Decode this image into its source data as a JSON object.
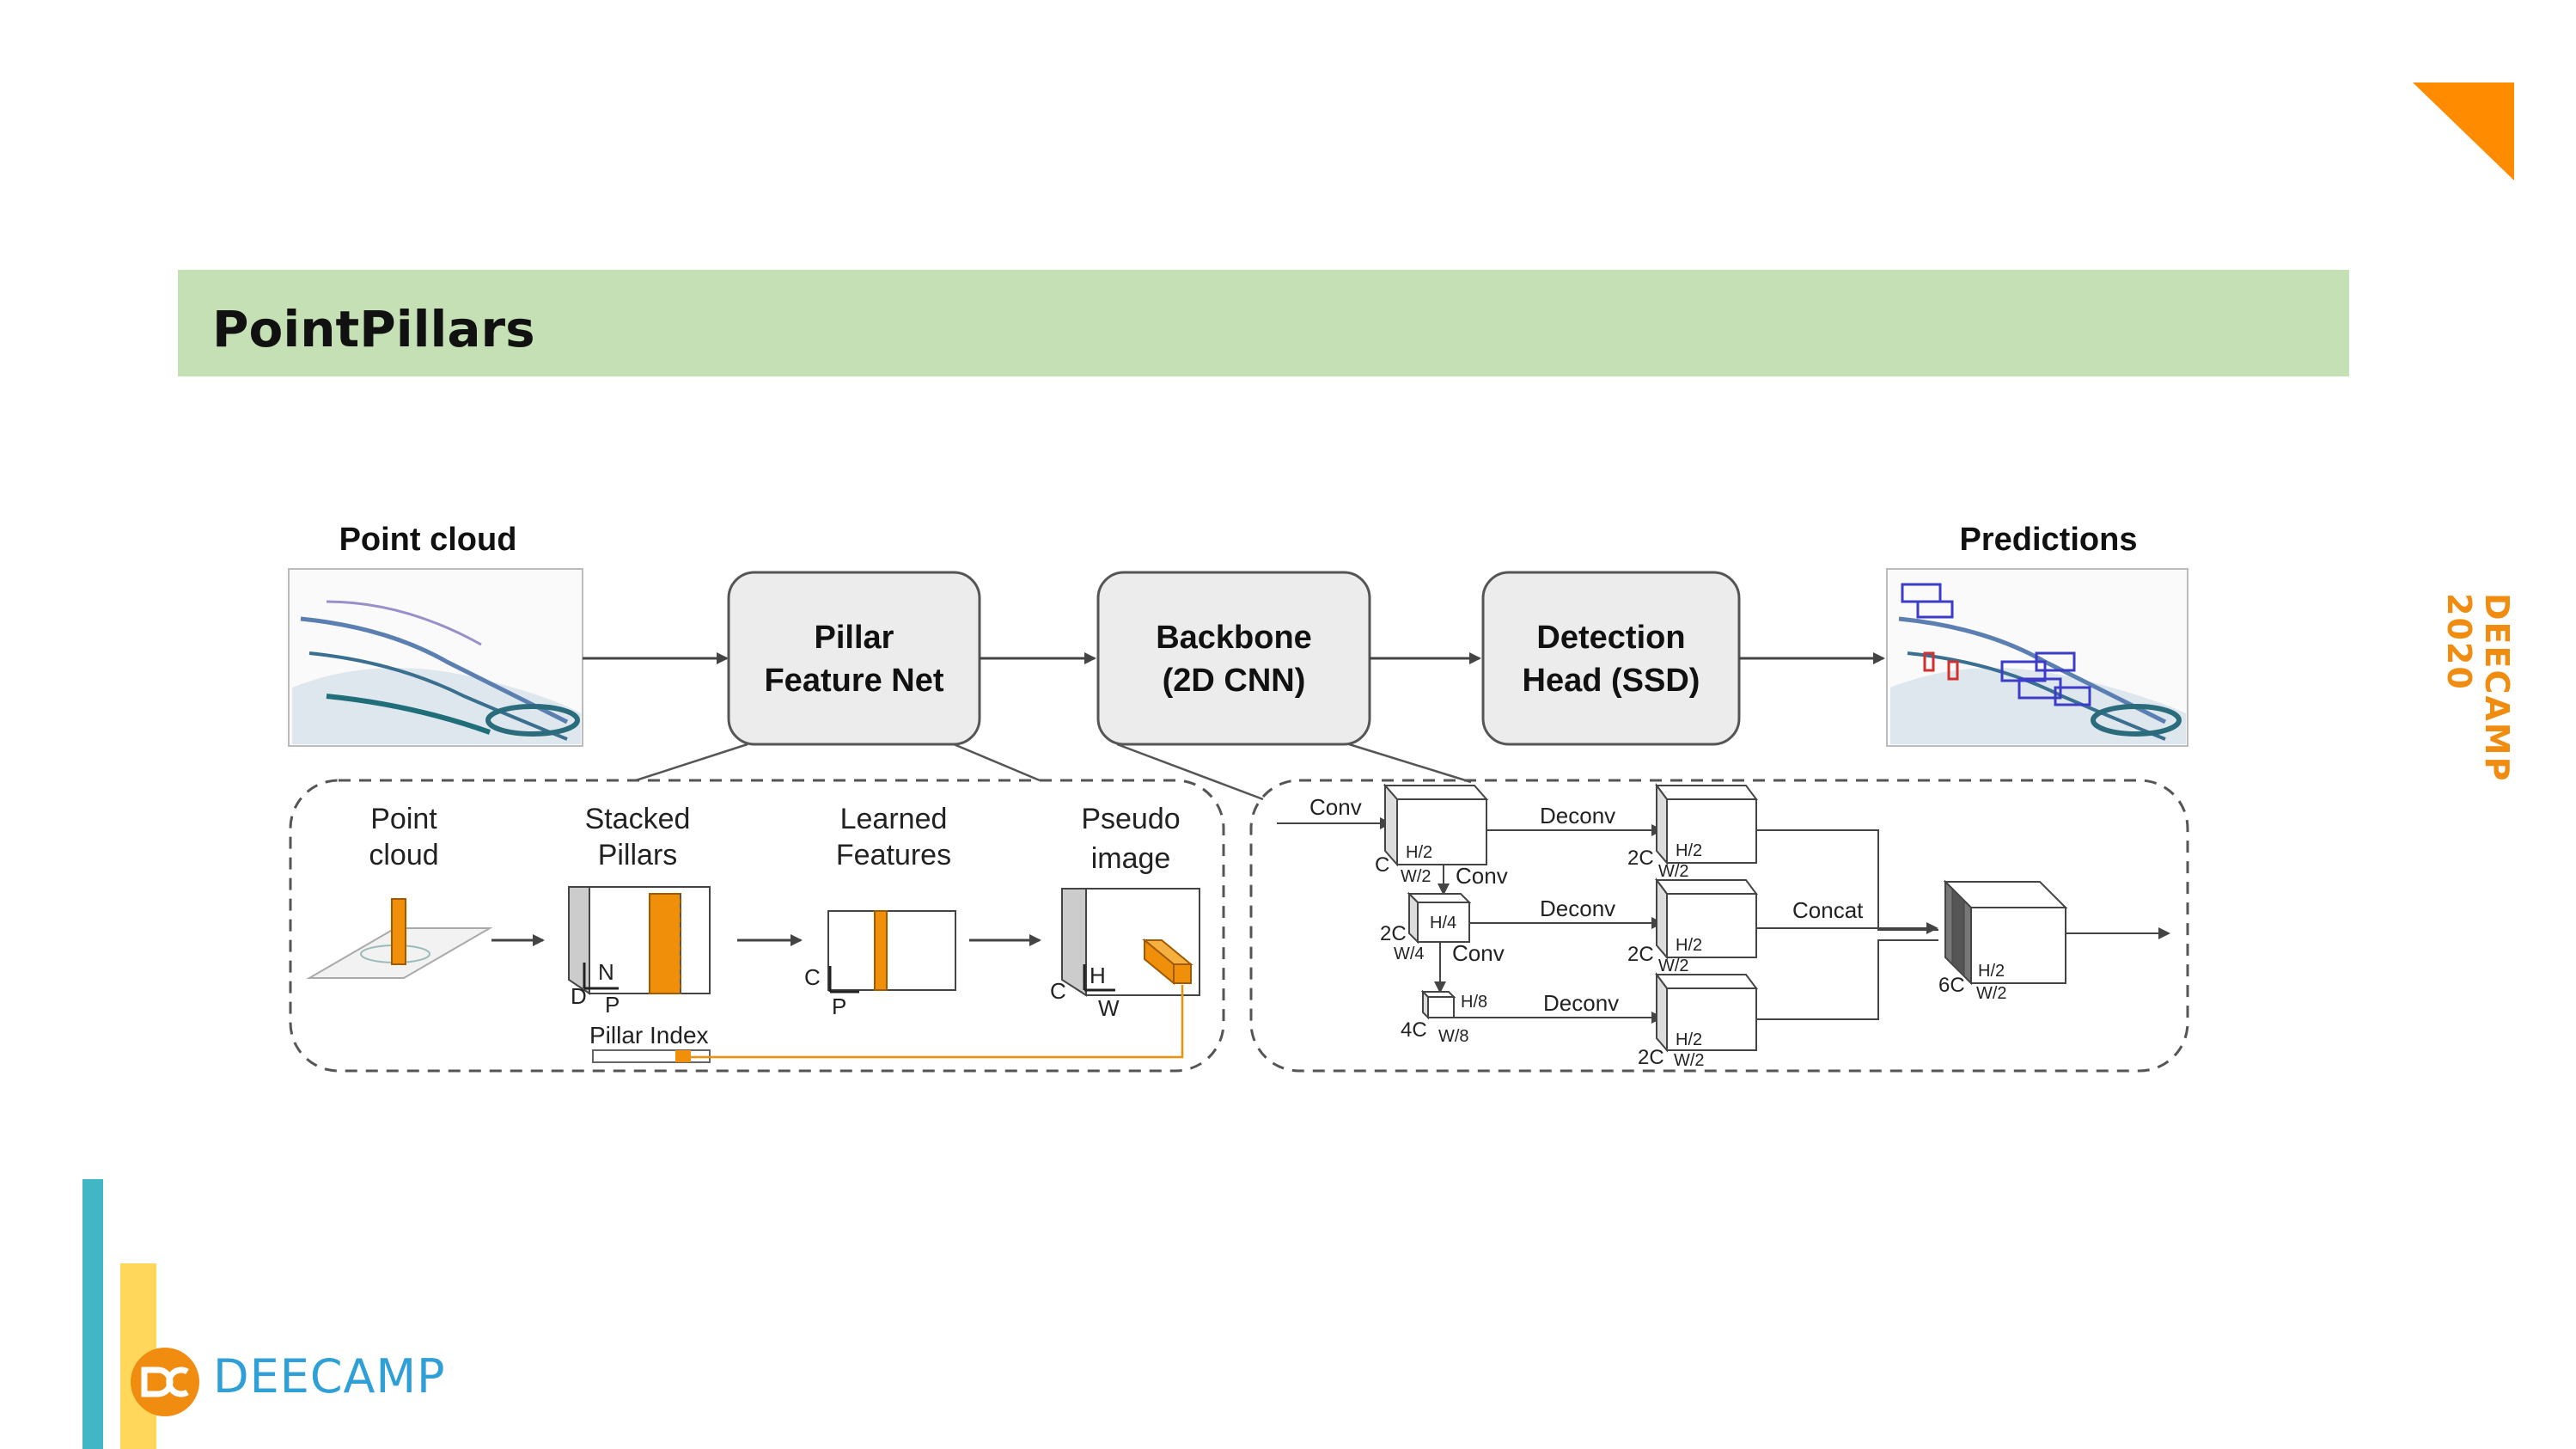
{
  "slide": {
    "title": "PointPillars",
    "side_label": "DEECAMP  2020",
    "logo_text": "DEECAMP"
  },
  "colors": {
    "title_bar": "#c5e0b4",
    "accent_orange": "#ff8c00",
    "brand_blue": "#41b6c4",
    "brand_yellow": "#ffd75a",
    "pillar_orange": "#f0900a"
  },
  "diagram": {
    "input_label": "Point cloud",
    "output_label": "Predictions",
    "stages": {
      "pfn": [
        "Pillar",
        "Feature Net"
      ],
      "backbone": [
        "Backbone",
        "(2D CNN)"
      ],
      "head": [
        "Detection",
        "Head (SSD)"
      ]
    },
    "pfn_detail": {
      "point_cloud": [
        "Point",
        "cloud"
      ],
      "stacked_pillars": [
        "Stacked",
        "Pillars"
      ],
      "learned_features": [
        "Learned",
        "Features"
      ],
      "pseudo_image": [
        "Pseudo",
        "image"
      ],
      "pillar_index": "Pillar Index",
      "axes": {
        "D": "D",
        "N": "N",
        "P": "P",
        "C": "C",
        "H": "H",
        "W": "W"
      }
    },
    "backbone_detail": {
      "conv": "Conv",
      "deconv": "Deconv",
      "concat": "Concat",
      "dims": {
        "c": "C",
        "2c": "2C",
        "4c": "4C",
        "6c": "6C",
        "h2": "H/2",
        "w2": "W/2",
        "h4": "H/4",
        "w4": "W/4",
        "h8": "H/8",
        "w8": "W/8"
      }
    }
  }
}
